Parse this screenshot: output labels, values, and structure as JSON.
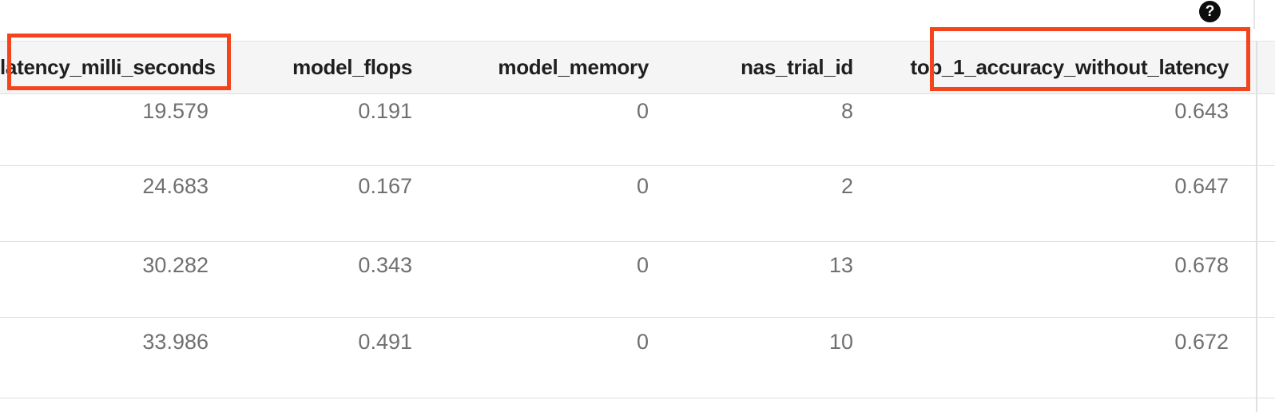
{
  "help": {
    "glyph": "?"
  },
  "table": {
    "columns": [
      {
        "label": "latency_milli_seconds",
        "highlighted": true
      },
      {
        "label": "model_flops",
        "highlighted": false
      },
      {
        "label": "model_memory",
        "highlighted": false
      },
      {
        "label": "nas_trial_id",
        "highlighted": false
      },
      {
        "label": "top_1_accuracy_without_latency",
        "highlighted": true
      }
    ],
    "rows": [
      {
        "cells": [
          "19.579",
          "0.191",
          "0",
          "8",
          "0.643"
        ]
      },
      {
        "cells": [
          "24.683",
          "0.167",
          "0",
          "2",
          "0.647"
        ]
      },
      {
        "cells": [
          "30.282",
          "0.343",
          "0",
          "13",
          "0.678"
        ]
      },
      {
        "cells": [
          "33.986",
          "0.491",
          "0",
          "10",
          "0.672"
        ]
      }
    ]
  },
  "annotations": {
    "highlight_box_color": "#f4441c",
    "highlighted_columns": [
      "latency_milli_seconds",
      "top_1_accuracy_without_latency"
    ]
  },
  "colors": {
    "header_bg": "#f5f5f5",
    "header_text": "#1f1f1f",
    "cell_text": "#707070",
    "divider": "#e0e0e0",
    "help_icon_bg": "#0d0d0d",
    "help_icon_glyph": "#ffffff"
  }
}
